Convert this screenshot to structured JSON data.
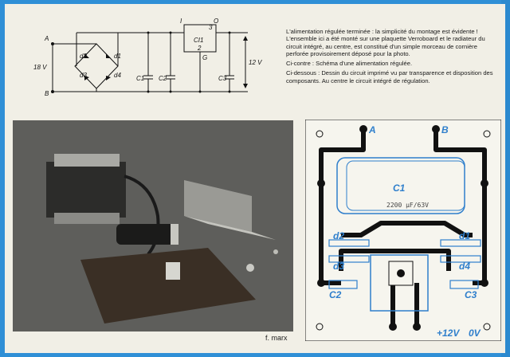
{
  "schematic": {
    "labels": {
      "A": "A",
      "B": "B",
      "input_voltage": "18 V",
      "d1": "d1",
      "d2": "d2",
      "d3": "d3",
      "d4": "d4",
      "c1": "C1",
      "c2": "C2",
      "c3": "C3",
      "ci1": "CI1",
      "pin_i": "I",
      "pin_o": "O",
      "pin_2": "2",
      "pin_3": "3",
      "pin_g": "G",
      "output_voltage": "12 V"
    }
  },
  "article": {
    "paragraph1": "L'alimentation régulée terminée : la simplicité du montage est évidente ! L'ensemble ici a été monté sur une plaquette Verroboard et le radiateur du circuit intégré, au centre, est constitué d'un simple morceau de cornière perforée provisoirement déposé pour la photo.",
    "paragraph2": "Ci-contre : Schéma d'une alimentation régulée.",
    "paragraph3": "Ci-dessous : Dessin du circuit imprimé vu par transparence et disposition des composants. Au centre le circuit intégré de régulation."
  },
  "photo": {
    "credit": "f. marx"
  },
  "pcb": {
    "labels": {
      "A": "A",
      "B": "B",
      "c1": "C1",
      "c1_value": "2200 µF/63V",
      "d1": "d1",
      "d2": "d2",
      "d3": "d3",
      "d4": "d4",
      "c2": "C2",
      "c3": "C3",
      "plus12v": "+12V",
      "zero_v": "0V"
    }
  },
  "colors": {
    "border": "#2f8fd6",
    "ink": "#111111",
    "pcb_blue": "#2f7fcc",
    "paper": "#f1efe6"
  }
}
